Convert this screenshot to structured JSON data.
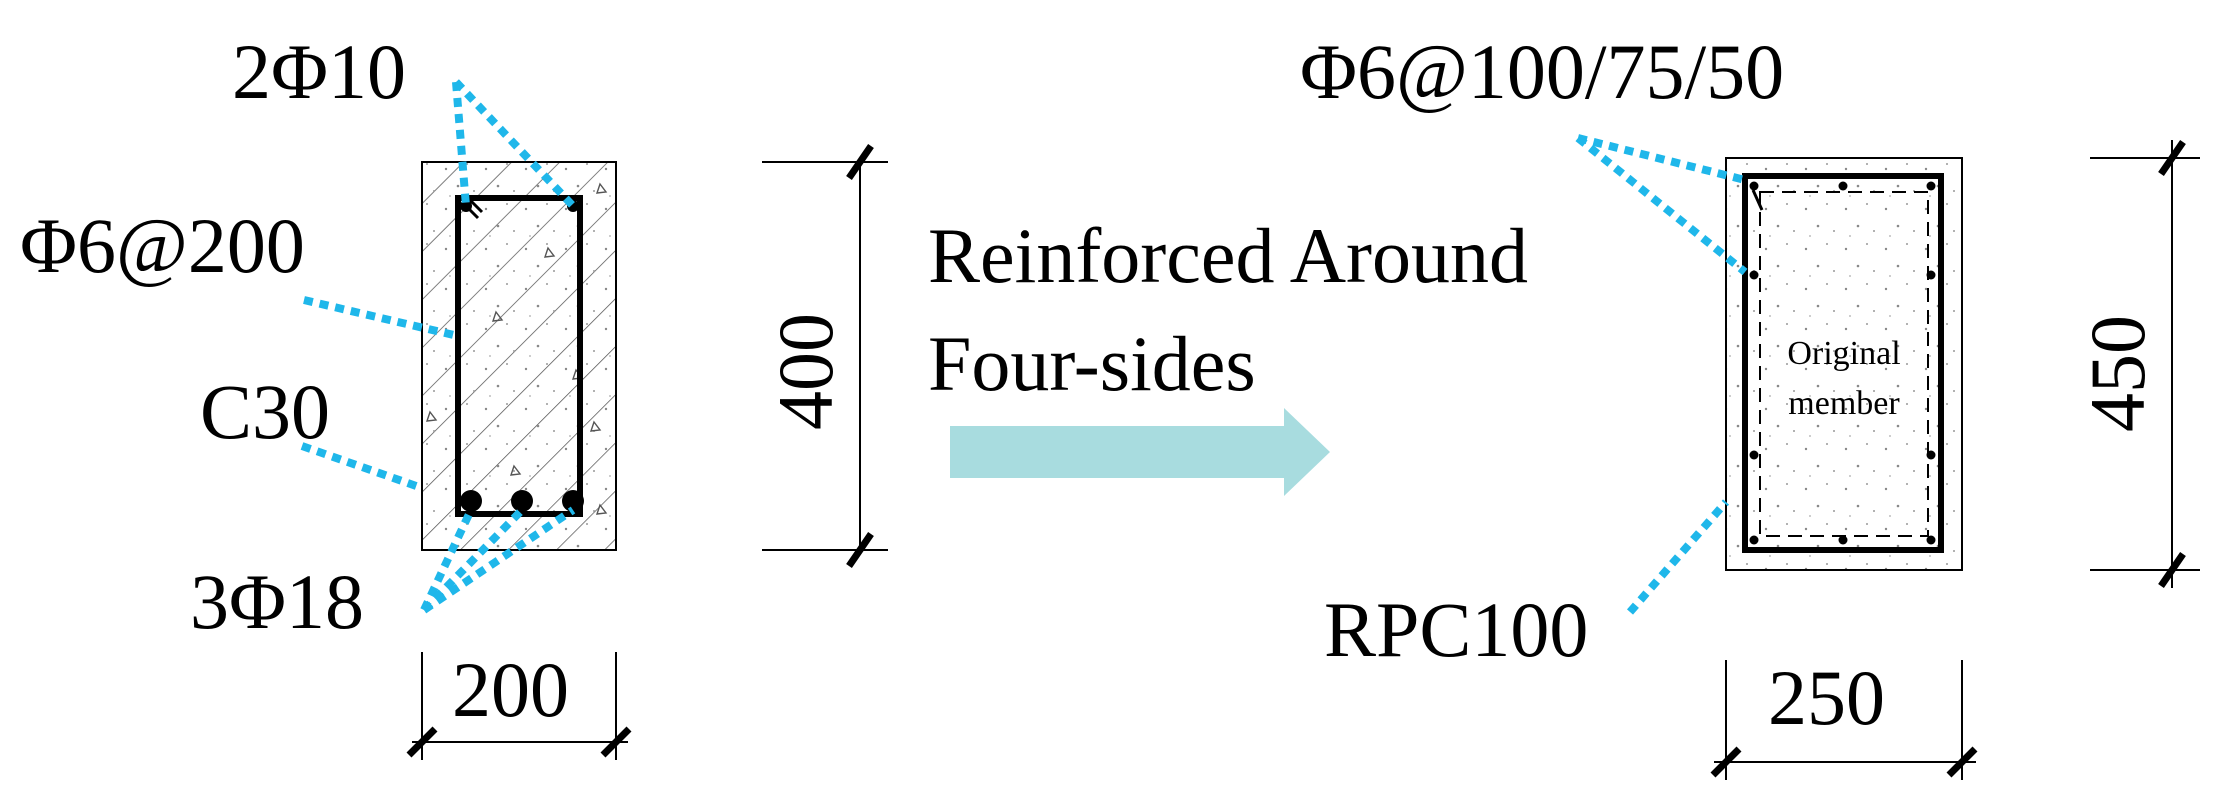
{
  "left_section": {
    "top_bars_label": "2Φ10",
    "stirrup_label": "Φ6@200",
    "concrete_label": "C30",
    "bottom_bars_label": "3Φ18",
    "width_dim": "200",
    "height_dim": "400"
  },
  "transition": {
    "line1": "Reinforced Around",
    "line2": "Four-sides",
    "arrow_color": "#a8dcdf"
  },
  "right_section": {
    "stirrup_label": "Φ6@100/75/50",
    "inner_line1": "Original",
    "inner_line2": "member",
    "material_label": "RPC100",
    "width_dim": "250",
    "height_dim": "450"
  },
  "colors": {
    "leader": "#1fb7ea",
    "line": "#000000"
  }
}
